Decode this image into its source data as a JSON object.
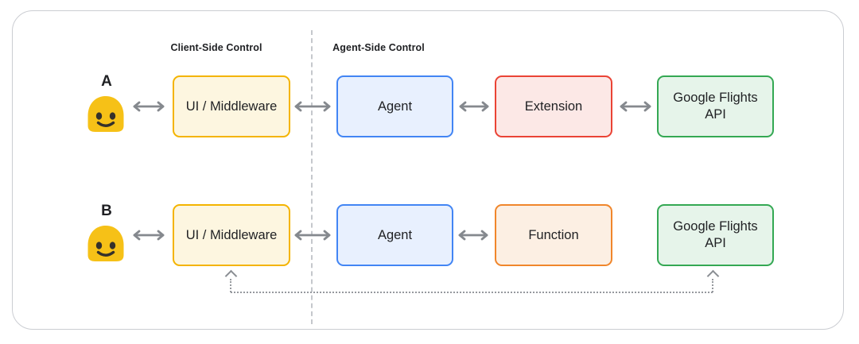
{
  "zones": {
    "client_label": "Client-Side Control",
    "agent_label": "Agent-Side Control"
  },
  "rows": [
    {
      "user_label": "A",
      "nodes": [
        {
          "label": "UI / Middleware",
          "fill": "#FDF6E0",
          "border": "#F4B400"
        },
        {
          "label": "Agent",
          "fill": "#E8F0FE",
          "border": "#4285F4"
        },
        {
          "label": "Extension",
          "fill": "#FCE8E6",
          "border": "#EA4335"
        },
        {
          "label": "Google Flights API",
          "fill": "#E6F4EA",
          "border": "#34A853"
        }
      ]
    },
    {
      "user_label": "B",
      "nodes": [
        {
          "label": "UI / Middleware",
          "fill": "#FDF6E0",
          "border": "#F4B400"
        },
        {
          "label": "Agent",
          "fill": "#E8F0FE",
          "border": "#4285F4"
        },
        {
          "label": "Function",
          "fill": "#FCEFE3",
          "border": "#F0862B"
        },
        {
          "label": "Google Flights API",
          "fill": "#E6F4EA",
          "border": "#34A853"
        }
      ]
    }
  ],
  "icons": {
    "user": "smiling-blob-emoji",
    "link": "double-headed-arrow",
    "callback": "dotted-line-with-up-arrowheads",
    "boundary": "vertical-dashed-divider"
  },
  "colors": {
    "emoji_yellow": "#F6C117",
    "emoji_features": "#35312B",
    "arrow_gray": "#85898E",
    "dotted_gray": "#96999E",
    "dashed_gray": "#C5C8CC",
    "frame_border": "#CBCDD2",
    "text": "#1F2023",
    "background": "#FFFFFF"
  }
}
